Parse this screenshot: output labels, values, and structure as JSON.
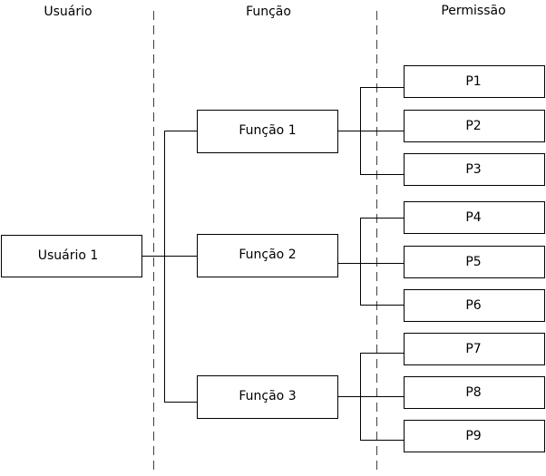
{
  "columns": {
    "user": "Usuário",
    "role": "Função",
    "permission": "Permissão"
  },
  "user": {
    "label": "Usuário 1"
  },
  "roles": [
    {
      "label": "Função 1",
      "permissions": [
        "P1",
        "P2",
        "P3"
      ]
    },
    {
      "label": "Função 2",
      "permissions": [
        "P4",
        "P5",
        "P6"
      ]
    },
    {
      "label": "Função 3",
      "permissions": [
        "P7",
        "P8",
        "P9"
      ]
    }
  ]
}
